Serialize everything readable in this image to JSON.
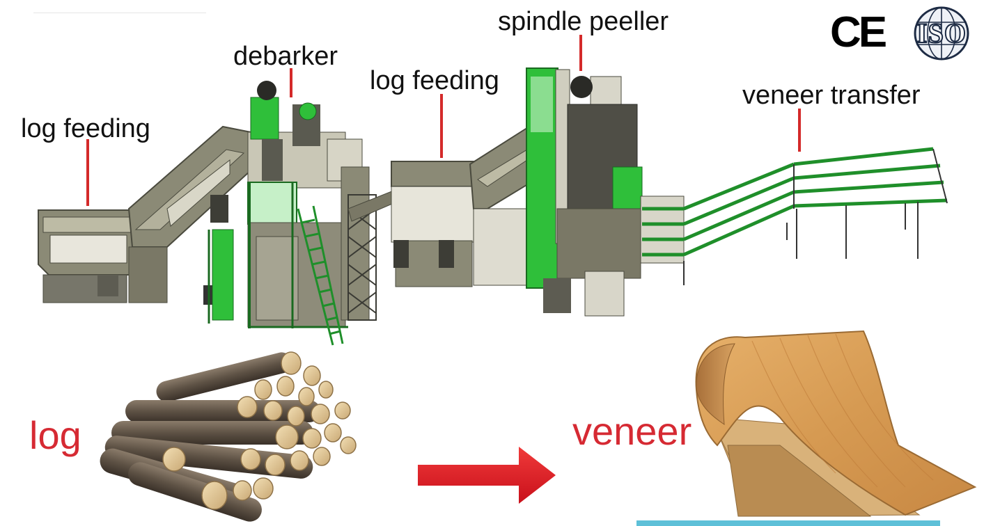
{
  "labels": {
    "log_feeding_1": "log feeding",
    "debarker": "debarker",
    "log_feeding_2": "log feeding",
    "spindle_peeller": "spindle peeller",
    "veneer_transfer": "veneer transfer"
  },
  "products": {
    "input": "log",
    "output": "veneer"
  },
  "certifications": {
    "ce": "CE",
    "iso": "ISO"
  },
  "colors": {
    "label_pin": "#d42a2a",
    "product_text": "#d62a33",
    "flow_arrow": "#e21f2a",
    "machine_green": "#2fbf3a",
    "machine_body": "#7a7866"
  },
  "icons": {
    "ce_mark": "ce-mark-icon",
    "iso_mark": "iso-globe-icon",
    "flow_arrow": "arrow-right-icon"
  }
}
